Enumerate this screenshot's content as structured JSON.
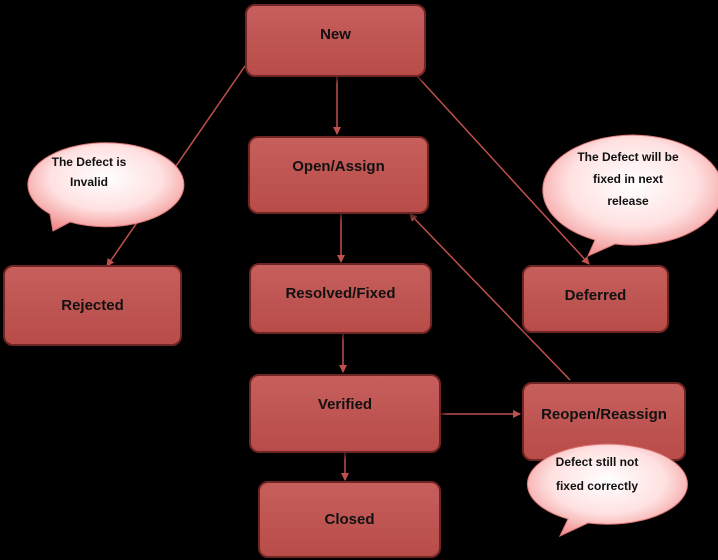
{
  "nodes": {
    "new": "New",
    "open_assign": "Open/Assign",
    "rejected": "Rejected",
    "resolved_fixed": "Resolved/Fixed",
    "deferred": "Deferred",
    "verified": "Verified",
    "reopen_reassign": "Reopen/Reassign",
    "closed": "Closed"
  },
  "callouts": {
    "invalid_line1": "The Defect is",
    "invalid_line2": "Invalid",
    "deferred_line1": "The Defect will be",
    "deferred_line2": "fixed in next",
    "deferred_line3": "release",
    "reopen_line1": "Defect still not",
    "reopen_line2": "fixed correctly"
  },
  "colors": {
    "background": "#000000",
    "node_fill": "#c0504d",
    "node_border": "#6e2523",
    "connector": "#c0504d",
    "callout_fill": "#ffd6d6"
  }
}
